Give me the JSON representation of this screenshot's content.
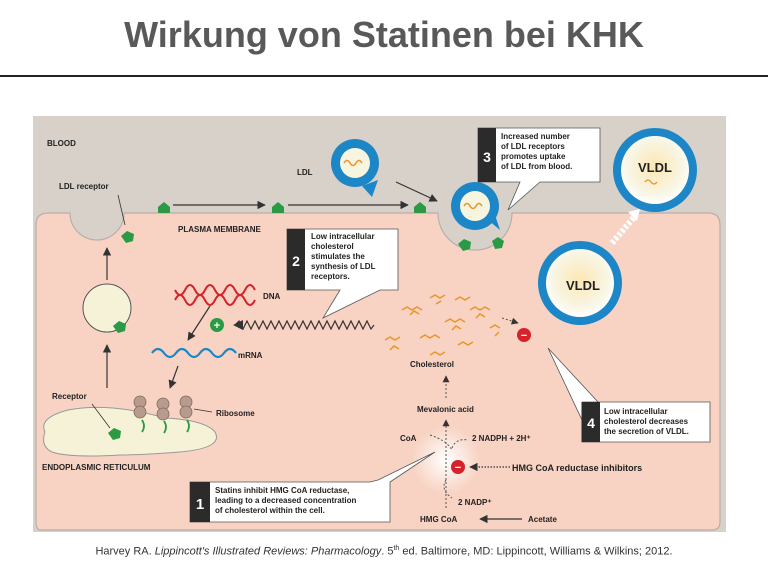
{
  "slide": {
    "title": "Wirkung von Statinen bei KHK"
  },
  "colors": {
    "cell": "#f8d3c3",
    "blood": "#d7d1ca",
    "green": "#2a9a45",
    "red": "#d6222a",
    "blue": "#1d86c6",
    "cholesterol": "#e8962a"
  },
  "diagram": {
    "blood_label": "BLOOD",
    "ldl_label": "LDL",
    "ldl_receptor_label": "LDL receptor",
    "plasma_membrane_label": "PLASMA MEMBRANE",
    "dna_label": "DNA",
    "mrna_label": "mRNA",
    "receptor_label": "Receptor",
    "ribosome_label": "Ribosome",
    "er_label": "ENDOPLASMIC RETICULUM",
    "cholesterol_label": "Cholesterol",
    "mevalonic_label": "Mevalonic acid",
    "coa_label": "CoA",
    "nadph_label": "2 NADPH + 2H⁺",
    "nadp_label": "2 NADP⁺",
    "hmgcoa_label": "HMG CoA",
    "acetate_label": "Acetate",
    "inhibitor_label": "HMG CoA reductase inhibitors",
    "vldl_label": "VLDL",
    "plus_symbol": "+",
    "minus_symbol": "−"
  },
  "steps": [
    {
      "number": "1",
      "lines": [
        "Statins inhibit HMG CoA reductase,",
        "leading to a decreased concentration",
        "of cholesterol within the cell."
      ]
    },
    {
      "number": "2",
      "lines": [
        "Low intracellular",
        "cholesterol",
        "stimulates the",
        "synthesis of LDL",
        "receptors."
      ]
    },
    {
      "number": "3",
      "lines": [
        "Increased number",
        "of LDL receptors",
        "promotes uptake",
        "of LDL from blood."
      ]
    },
    {
      "number": "4",
      "lines": [
        "Low intracellular",
        "cholesterol decreases",
        "the secretion of VLDL."
      ]
    }
  ],
  "citation": {
    "pre": "Harvey RA. ",
    "italic": "Lippincott's Illustrated Reviews: Pharmacology",
    "mid": ". 5",
    "sup": "th",
    "post": " ed. Baltimore, MD: Lippincott, Williams & Wilkins; 2012."
  }
}
